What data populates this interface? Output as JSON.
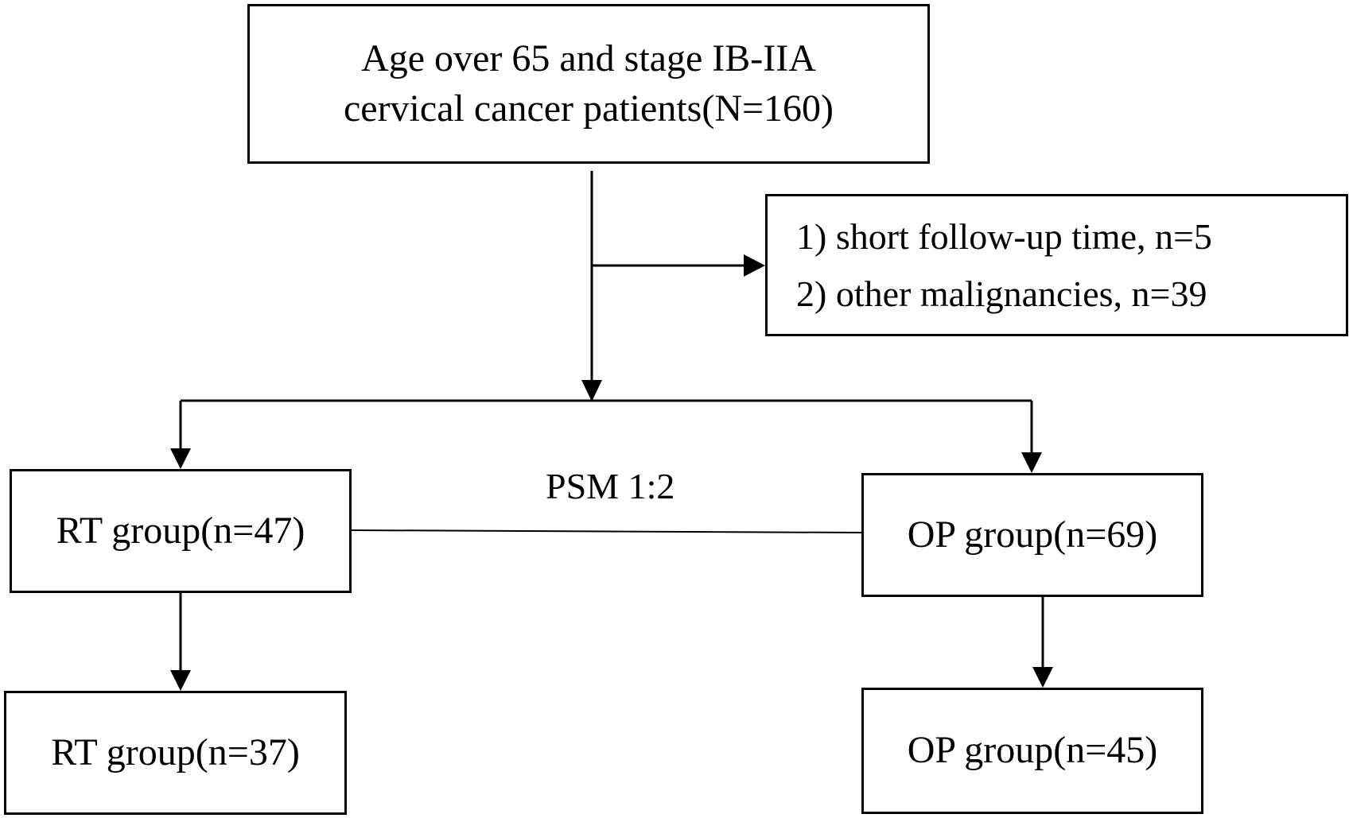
{
  "enrollment": {
    "line1": "Age over 65 and stage IB-IIA",
    "line2": "cervical cancer patients(N=160)"
  },
  "exclusion": {
    "item1": "1) short follow-up time, n=5",
    "item2": "2) other malignancies, n=39"
  },
  "matching": {
    "label": "PSM 1:2"
  },
  "rt_before": {
    "label": "RT group(n=47)"
  },
  "op_before": {
    "label": "OP group(n=69)"
  },
  "rt_after": {
    "label": "RT group(n=37)"
  },
  "op_after": {
    "label": "OP group(n=45)"
  }
}
